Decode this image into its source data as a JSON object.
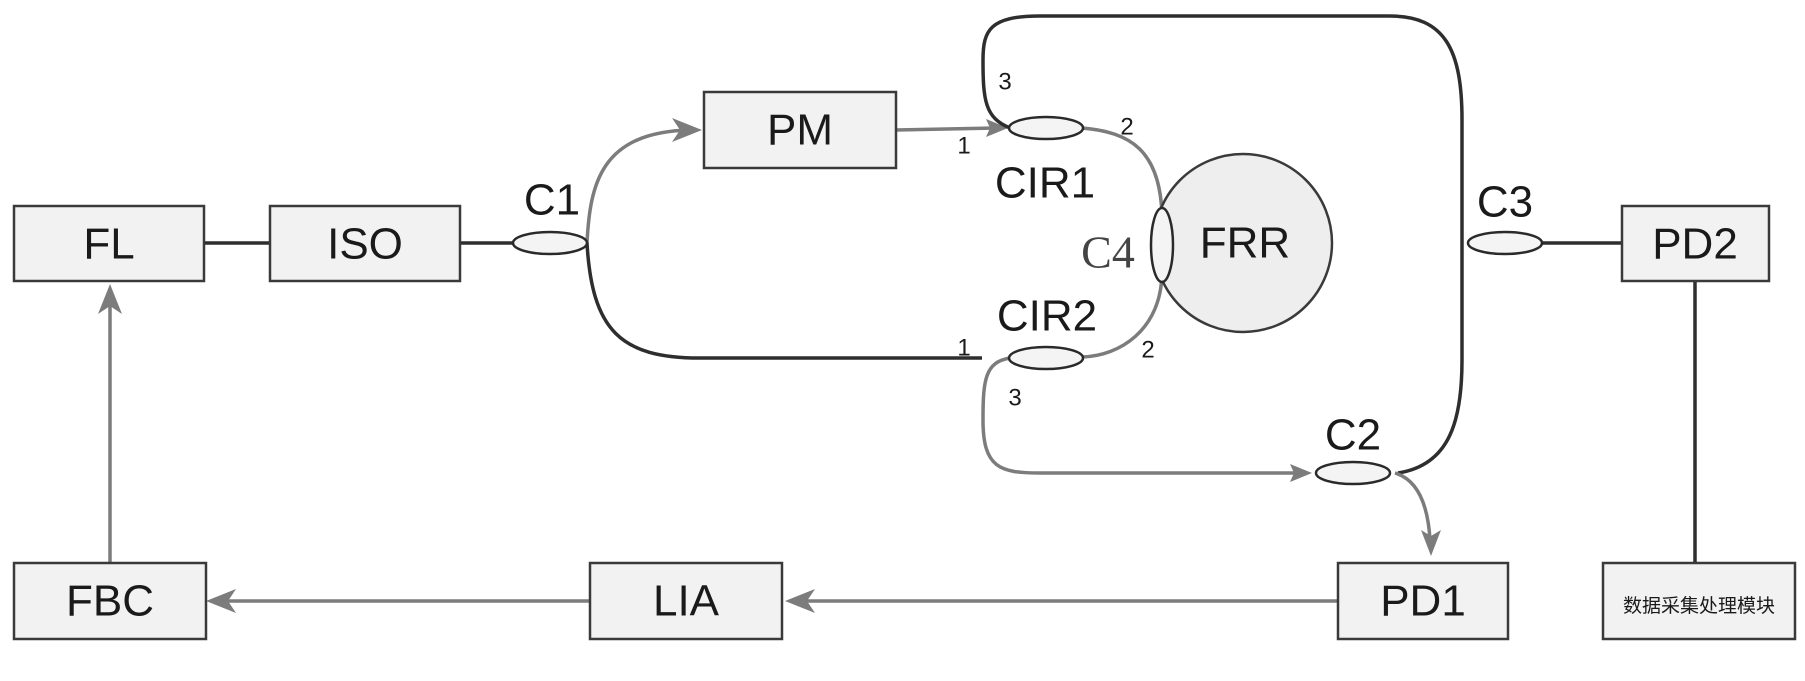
{
  "blocks": {
    "fl": "FL",
    "iso": "ISO",
    "pm": "PM",
    "pd2": "PD2",
    "fbc": "FBC",
    "lia": "LIA",
    "pd1": "PD1",
    "data_module": "数据采集处理模块",
    "frr": "FRR"
  },
  "nodes": {
    "c1": "C1",
    "c2": "C2",
    "c3": "C3",
    "c4": "C4",
    "cir1": "CIR1",
    "cir2": "CIR2"
  },
  "ports": {
    "cir1_1": "1",
    "cir1_2": "2",
    "cir1_3": "3",
    "cir2_1": "1",
    "cir2_2": "2",
    "cir2_3": "3"
  },
  "colors": {
    "dark_fiber": "#2e2e2e",
    "gray_fiber": "#7c7c7c",
    "block_fill": "#f2f2f2"
  }
}
